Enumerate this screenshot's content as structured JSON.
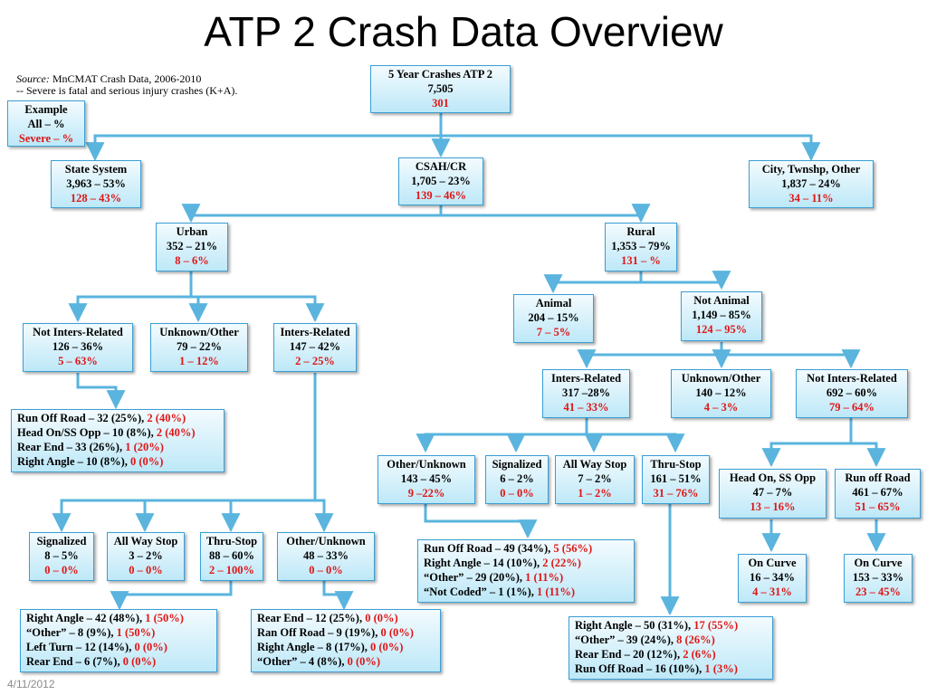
{
  "title": "ATP 2 Crash Data Overview",
  "source": {
    "label": "Source:",
    "text": "MnCMAT Crash Data, 2006-2010",
    "note": "-- Severe is fatal and serious injury crashes (K+A)."
  },
  "date": "4/11/2012",
  "colors": {
    "severe_text": "#e01515",
    "box_border": "#3a9fd6",
    "connector": "#5ab4de"
  },
  "example": {
    "l1": "Example",
    "l2": "All – %",
    "l3": "Severe – %"
  },
  "root": {
    "l1": "5 Year Crashes ATP 2",
    "l2": "7,505",
    "l3": "301"
  },
  "state": {
    "l1": "State System",
    "l2": "3,963 – 53%",
    "l3": "128 – 43%"
  },
  "csah": {
    "l1": "CSAH/CR",
    "l2": "1,705 – 23%",
    "l3": "139 – 46%"
  },
  "city": {
    "l1": "City, Twnshp, Other",
    "l2": "1,837 – 24%",
    "l3": "34 – 11%"
  },
  "urban": {
    "l1": "Urban",
    "l2": "352 – 21%",
    "l3": "8 – 6%"
  },
  "rural": {
    "l1": "Rural",
    "l2": "1,353 – 79%",
    "l3": "131 – %"
  },
  "u_notinters": {
    "l1": "Not Inters-Related",
    "l2": "126 – 36%",
    "l3": "5 – 63%"
  },
  "u_unknown": {
    "l1": "Unknown/Other",
    "l2": "79 – 22%",
    "l3": "1 – 12%"
  },
  "u_inters": {
    "l1": "Inters-Related",
    "l2": "147 – 42%",
    "l3": "2 – 25%"
  },
  "animal": {
    "l1": "Animal",
    "l2": "204 – 15%",
    "l3": "7 – 5%"
  },
  "notanimal": {
    "l1": "Not Animal",
    "l2": "1,149 – 85%",
    "l3": "124 – 95%"
  },
  "r_inters": {
    "l1": "Inters-Related",
    "l2": "317 –28%",
    "l3": "41 – 33%"
  },
  "r_unknown": {
    "l1": "Unknown/Other",
    "l2": "140 – 12%",
    "l3": "4 – 3%"
  },
  "r_notinters": {
    "l1": "Not Inters-Related",
    "l2": "692 – 60%",
    "l3": "79 – 64%"
  },
  "u_notinters_detail": {
    "rows": [
      {
        "text": "Run Off Road – 32 (25%), ",
        "sev": "2 (40%)"
      },
      {
        "text": "Head On/SS Opp – 10 (8%), ",
        "sev": "2 (40%)"
      },
      {
        "text": "Rear End – 33 (26%),  ",
        "sev": "1 (20%)"
      },
      {
        "text": "Right Angle – 10 (8%), ",
        "sev": "0 (0%)"
      }
    ]
  },
  "u_signalized": {
    "l1": "Signalized",
    "l2": "8 – 5%",
    "l3": "0 – 0%"
  },
  "u_allway": {
    "l1": "All Way Stop",
    "l2": "3 – 2%",
    "l3": "0 – 0%"
  },
  "u_thrustop": {
    "l1": "Thru-Stop",
    "l2": "88 – 60%",
    "l3": "2 – 100%"
  },
  "u_otherunk": {
    "l1": "Other/Unknown",
    "l2": "48 – 33%",
    "l3": "0 – 0%"
  },
  "u_thrustop_detail": {
    "rows": [
      {
        "text": "Right Angle – 42 (48%),  ",
        "sev": "1 (50%)"
      },
      {
        "text": "“Other” – 8 (9%),  ",
        "sev": "1 (50%)"
      },
      {
        "text": "Left Turn – 12 (14%), ",
        "sev": "0 (0%)"
      },
      {
        "text": "Rear End – 6 (7%), ",
        "sev": "0 (0%)"
      }
    ]
  },
  "u_otherunk_detail": {
    "rows": [
      {
        "text": "Rear End – 12 (25%), ",
        "sev": "0 (0%)"
      },
      {
        "text": "Ran Off Road – 9 (19%), ",
        "sev": "0 (0%)"
      },
      {
        "text": "Right Angle – 8 (17%), ",
        "sev": "0 (0%)"
      },
      {
        "text": "“Other” – 4 (8%), ",
        "sev": "0 (0%)"
      }
    ]
  },
  "r_otherunk": {
    "l1": "Other/Unknown",
    "l2": "143 – 45%",
    "l3": "9 –22%"
  },
  "r_signalized": {
    "l1": "Signalized",
    "l2": "6 – 2%",
    "l3": "0 – 0%"
  },
  "r_allway": {
    "l1": "All Way Stop",
    "l2": "7 – 2%",
    "l3": "1 – 2%"
  },
  "r_thrustop": {
    "l1": "Thru-Stop",
    "l2": "161 – 51%",
    "l3": "31 – 76%"
  },
  "r_otherunk_detail": {
    "rows": [
      {
        "text": "Run Off Road – 49 (34%), ",
        "sev": "5 (56%)"
      },
      {
        "text": "Right Angle – 14 (10%), ",
        "sev": "2 (22%)"
      },
      {
        "text": "“Other” – 29 (20%), ",
        "sev": "1 (11%)"
      },
      {
        "text": "“Not Coded” – 1 (1%), ",
        "sev": "1 (11%)"
      }
    ]
  },
  "r_thrustop_detail": {
    "rows": [
      {
        "text": "Right Angle – 50 (31%), ",
        "sev": "17 (55%)"
      },
      {
        "text": "“Other” – 39 (24%), ",
        "sev": "8 (26%)"
      },
      {
        "text": "Rear End – 20 (12%), ",
        "sev": "2 (6%)"
      },
      {
        "text": "Run Off Road – 16 (10%), ",
        "sev": "1 (3%)"
      }
    ]
  },
  "headon": {
    "l1": "Head On, SS Opp",
    "l2": "47 – 7%",
    "l3": "13 – 16%"
  },
  "runoff": {
    "l1": "Run off Road",
    "l2": "461 – 67%",
    "l3": "51 – 65%"
  },
  "headon_curve": {
    "l1": "On Curve",
    "l2": "16 – 34%",
    "l3": "4 – 31%"
  },
  "runoff_curve": {
    "l1": "On Curve",
    "l2": "153 – 33%",
    "l3": "23 – 45%"
  }
}
